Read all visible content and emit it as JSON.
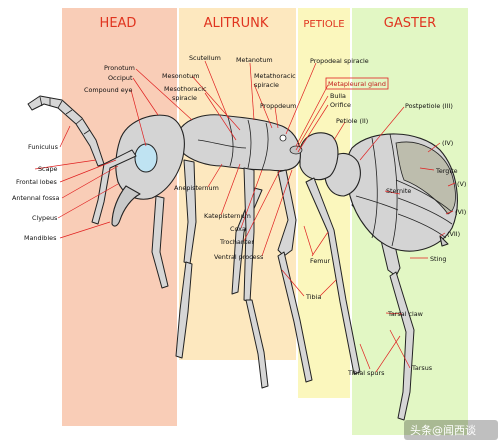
{
  "sections": {
    "head": "HEAD",
    "alitrunk": "ALITRUNK",
    "petiole": "PETIOLE",
    "gaster": "GASTER"
  },
  "colors": {
    "head_band": "#f9cdb7",
    "alitrunk_band": "#fde8bf",
    "petiole_band": "#fbf7bd",
    "gaster_band": "#e2f7c4",
    "leader_line": "#e02020",
    "section_title": "#e0341f",
    "compound_eye": "#bfe3f2",
    "gaster_dark_plate": "#bdbdad"
  },
  "labels": {
    "pronotum": "Pronotum",
    "occiput": "Occiput",
    "compound_eye": "Compound eye",
    "funiculus": "Funiculus",
    "scape": "Scape",
    "frontal_lobes": "Frontal lobes",
    "antennal_fossa": "Antennal fossa",
    "clypeus": "Clypeus",
    "mandibles": "Mandibles",
    "scutellum": "Scutellum",
    "metanotum": "Metanotum",
    "mesonotum": "Mesonotum",
    "mesothoracic_spiracle": [
      "Mesothoracic",
      "spiracle"
    ],
    "metathoracic_spiracle": [
      "Metathoracic",
      "spiracle"
    ],
    "propodeum": "Propodeum",
    "anepisternum": "Anepisternum",
    "katepisternum": "Katepisternum",
    "coxa": "Coxa",
    "trochanter": "Trochanter",
    "ventral_process": "Ventral process",
    "propodeal_spiracle": "Propodeal spiracle",
    "metapleural_gland": "Metapleural gland",
    "bulla": "Bulla",
    "orifice": "Orifice",
    "petiole_ii": "Petiole (II)",
    "postpetiole_iii": "Postpetiole (III)",
    "femur": "Femur",
    "tibia": "Tibia",
    "tergite": "Tergite",
    "sternite": "Sternite",
    "seg_iv": "(IV)",
    "seg_v": "(V)",
    "seg_vi": "(VI)",
    "seg_vii": "(VII)",
    "sting": "Sting",
    "tarsal_claw": "Tarsal claw",
    "tibial_spurs": "Tibial spurs",
    "tarsus": "Tarsus"
  },
  "watermark": {
    "icon": "toutiao-logo-icon",
    "text": "头条@闻西谈"
  }
}
